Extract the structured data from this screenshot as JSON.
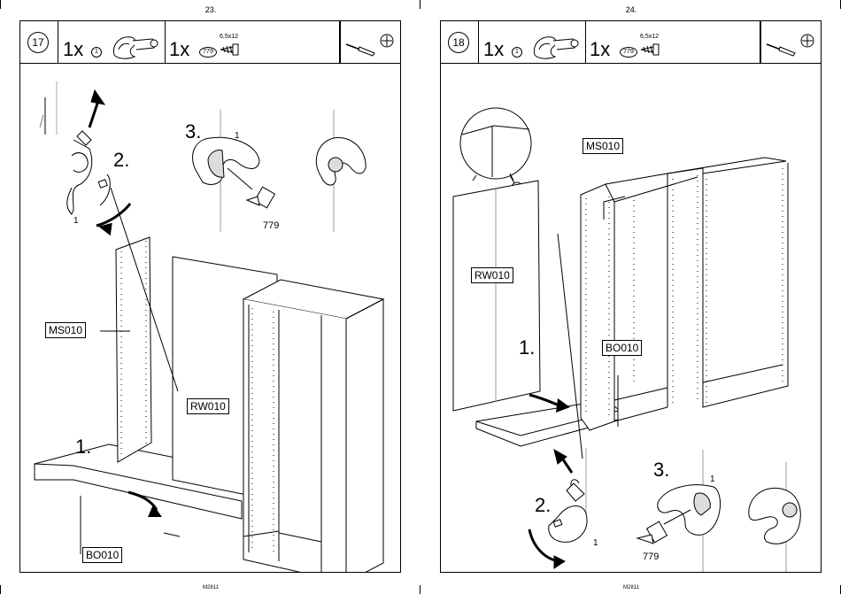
{
  "left_page": {
    "page_number": "23.",
    "footer": "M2811",
    "step_number": "17",
    "parts": [
      {
        "qty": "1x",
        "code": "1",
        "dimension": ""
      },
      {
        "qty": "1x",
        "code": "779",
        "dimension": "6,5x12"
      }
    ],
    "labels": {
      "side": "MS010",
      "back": "RW010",
      "base": "BO010"
    },
    "callouts": {
      "c1": "1.",
      "c2": "2.",
      "c3": "3.",
      "part_a": "1",
      "part_b": "1",
      "screw": "779"
    }
  },
  "right_page": {
    "page_number": "24.",
    "footer": "M2811",
    "step_number": "18",
    "parts": [
      {
        "qty": "1x",
        "code": "1",
        "dimension": ""
      },
      {
        "qty": "1x",
        "code": "779",
        "dimension": "6,5x12"
      }
    ],
    "labels": {
      "side": "MS010",
      "back": "RW010",
      "base": "BO010"
    },
    "callouts": {
      "c1": "1.",
      "c2": "2.",
      "c3": "3.",
      "part_a": "1",
      "part_b": "1",
      "screw": "779"
    }
  },
  "icons": [
    "screwdriver-icon",
    "phillips-head-icon",
    "bracket-icon",
    "screw-icon",
    "arrow-icon"
  ]
}
